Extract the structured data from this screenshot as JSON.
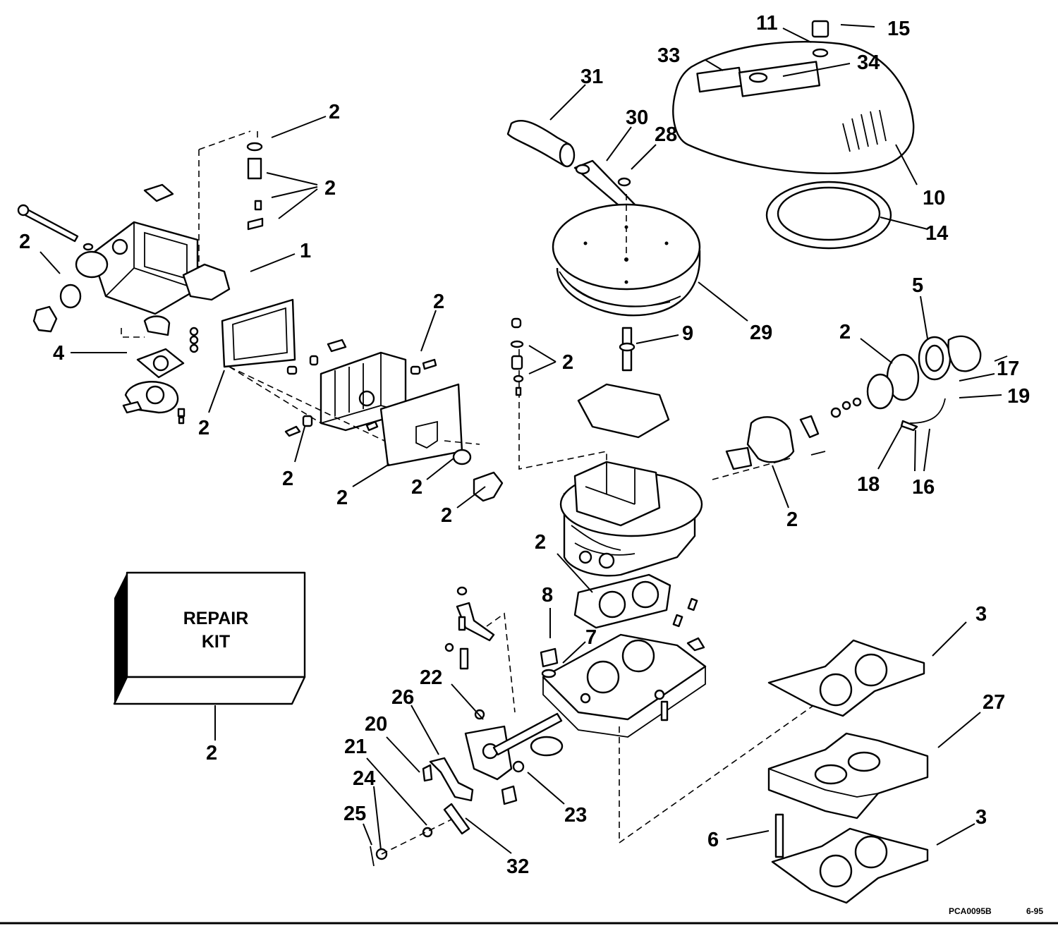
{
  "diagram": {
    "repair_kit": {
      "line1": "REPAIR",
      "line2": "KIT"
    },
    "callouts": [
      {
        "id": "c-11",
        "label": "11"
      },
      {
        "id": "c-15",
        "label": "15"
      },
      {
        "id": "c-33",
        "label": "33"
      },
      {
        "id": "c-34",
        "label": "34"
      },
      {
        "id": "c-31",
        "label": "31"
      },
      {
        "id": "c-30",
        "label": "30"
      },
      {
        "id": "c-28",
        "label": "28"
      },
      {
        "id": "c-10",
        "label": "10"
      },
      {
        "id": "c-14",
        "label": "14"
      },
      {
        "id": "c-29",
        "label": "29"
      },
      {
        "id": "c-9",
        "label": "9"
      },
      {
        "id": "c-5",
        "label": "5"
      },
      {
        "id": "c-17",
        "label": "17"
      },
      {
        "id": "c-19",
        "label": "19"
      },
      {
        "id": "c-18",
        "label": "18"
      },
      {
        "id": "c-16",
        "label": "16"
      },
      {
        "id": "c-1",
        "label": "1"
      },
      {
        "id": "c-4",
        "label": "4"
      },
      {
        "id": "c-8",
        "label": "8"
      },
      {
        "id": "c-7",
        "label": "7"
      },
      {
        "id": "c-3a",
        "label": "3"
      },
      {
        "id": "c-27",
        "label": "27"
      },
      {
        "id": "c-3b",
        "label": "3"
      },
      {
        "id": "c-6",
        "label": "6"
      },
      {
        "id": "c-22",
        "label": "22"
      },
      {
        "id": "c-26",
        "label": "26"
      },
      {
        "id": "c-20",
        "label": "20"
      },
      {
        "id": "c-21",
        "label": "21"
      },
      {
        "id": "c-24",
        "label": "24"
      },
      {
        "id": "c-25",
        "label": "25"
      },
      {
        "id": "c-23",
        "label": "23"
      },
      {
        "id": "c-32",
        "label": "32"
      },
      {
        "id": "c-2-a",
        "label": "2"
      },
      {
        "id": "c-2-b",
        "label": "2"
      },
      {
        "id": "c-2-c",
        "label": "2"
      },
      {
        "id": "c-2-d",
        "label": "2"
      },
      {
        "id": "c-2-e",
        "label": "2"
      },
      {
        "id": "c-2-f",
        "label": "2"
      },
      {
        "id": "c-2-g",
        "label": "2"
      },
      {
        "id": "c-2-h",
        "label": "2"
      },
      {
        "id": "c-2-i",
        "label": "2"
      },
      {
        "id": "c-2-j",
        "label": "2"
      },
      {
        "id": "c-2-k",
        "label": "2"
      },
      {
        "id": "c-2-l",
        "label": "2"
      },
      {
        "id": "c-2-m",
        "label": "2"
      },
      {
        "id": "c-2-n",
        "label": "2"
      },
      {
        "id": "c-2-o",
        "label": "2"
      }
    ],
    "footer": {
      "code": "PCA0095B",
      "date": "6-95"
    }
  }
}
